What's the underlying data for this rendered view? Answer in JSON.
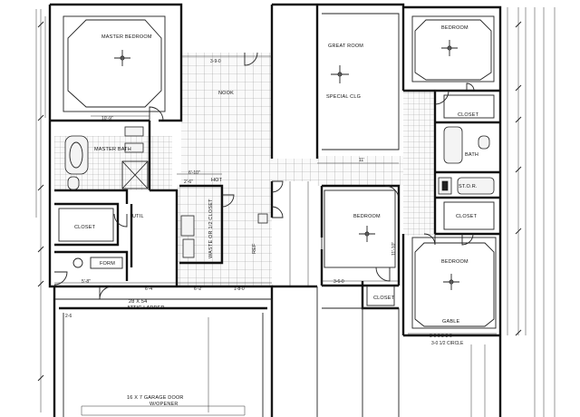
{
  "rooms": {
    "master_bedroom": "MASTER BEDROOM",
    "great_room": "GREAT ROOM",
    "special_clg": "SPECIAL CLG",
    "bedroom_ne": "BEDROOM",
    "bedroom_mid": "BEDROOM",
    "bedroom_se": "BEDROOM",
    "nook": "NOOK",
    "closet_master": "CLOSET",
    "closet_ne": "CLOSET",
    "closet_e2": "CLOSET",
    "closet_mid": "CLOSET",
    "master_bath": "MASTER BATH",
    "bath": "BATH",
    "storage": "ST.O.R.",
    "form": "FORM",
    "util": "UTIL",
    "hot": "HOT",
    "ref": "REF",
    "wasrer_closet": "WASTE OR 1/2 CLOSET",
    "attic_ladder": [
      "28 X 54",
      "ATTIC LADDER"
    ],
    "garage_door": [
      "16 X 7 GARAGE DOOR",
      "W/OPENER"
    ],
    "gable": "GABLE",
    "gable_dims": "3-0-0    3-8-0",
    "circle": "3-0 1/2 CIRCLE"
  },
  "dimensions": {
    "d_3_9_0": "3-9-0",
    "d_10_9": "10'-9\"",
    "d_6_10": "6'-10\"",
    "d_6_4": "6'-4\"",
    "d_6_2": "6'-2\"",
    "d_5_8": "5'-8\"",
    "d_11_10": "11'-10\"",
    "d_1_8_0": "1-8-0",
    "d_3_6_0": "3-6-0",
    "d_2_6": "2'-6\"",
    "d_11": "11'",
    "d_2_6_vert": "2-6"
  }
}
